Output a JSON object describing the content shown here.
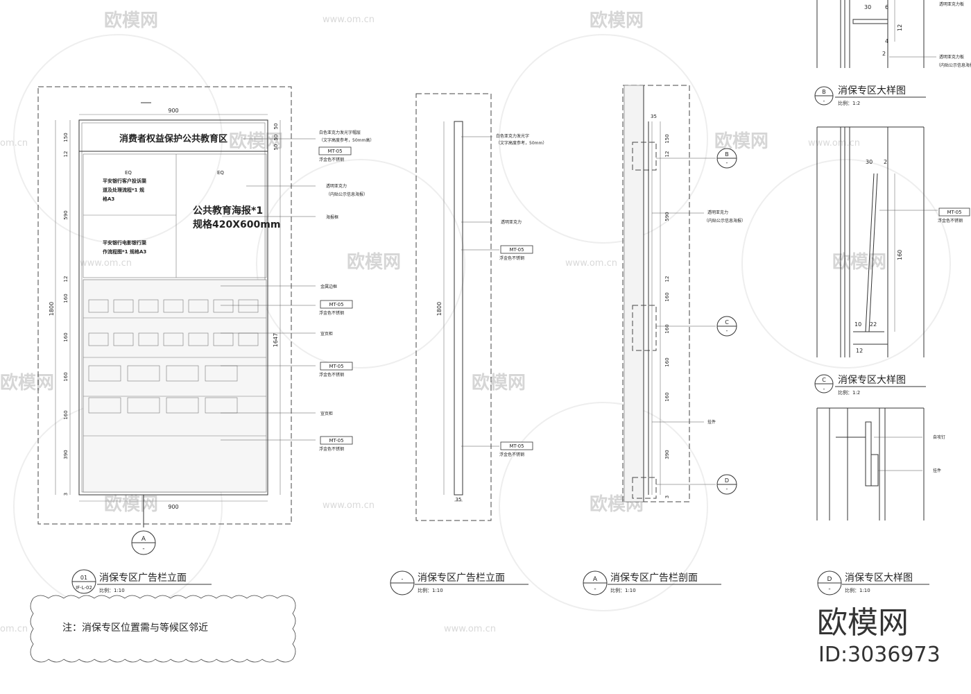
{
  "watermarks": {
    "brand": "欧模网",
    "site": "www.om.cn",
    "site_short": "om.cn",
    "brand_corner": "欧模网",
    "id_text": "ID:3036973"
  },
  "note": {
    "text": "注：消保专区位置需与等候区邻近"
  },
  "elevation_front": {
    "panel_title": "消费者权益保护公共教育区",
    "sub_eq": "EQ",
    "sub_eq2": "EQ",
    "left_text1_a": "平安银行客户投诉渠",
    "left_text1_b": "道及处理流程*1  规",
    "left_text1_c": "格A3",
    "left_text2_a": "平安银行电影银行渠",
    "left_text2_b": "作流程图*1   规格A3",
    "poster_a": "公共教育海报*1",
    "poster_b": "规格420X600mm",
    "dim_top": "900",
    "dim_bottom": "900",
    "dim_total": "1800",
    "dim_inner": "1647",
    "dims_left": [
      "150",
      "12",
      "590",
      "12",
      "160",
      "160",
      "160",
      "160",
      "390",
      "3"
    ],
    "dims_right_top": [
      "50",
      "50",
      "50"
    ],
    "section_marker_letter": "A",
    "section_marker_dash": "-",
    "title_num": "01",
    "title_ref": "IF-L-02",
    "title": "消保专区广告栏立面",
    "scale": "比例：1:10"
  },
  "callouts_front": [
    {
      "line1": "白色亚克力发光字帽层",
      "line2": "（文字高度参考，50mm高）"
    },
    {
      "tag": "MT-05",
      "line2": "浮金色不锈钢"
    },
    {
      "line1": "透明亚克力",
      "line2": "（内贴公示信息海报）"
    },
    {
      "line1": "海报框"
    },
    {
      "line1": "金属边框"
    },
    {
      "tag": "MT-05",
      "line2": "浮金色不锈钢"
    },
    {
      "line1": "宣页柜"
    },
    {
      "tag": "MT-05",
      "line2": "浮金色不锈钢"
    },
    {
      "line1": "宣页柜"
    },
    {
      "tag": "MT-05",
      "line2": "浮金色不锈钢"
    }
  ],
  "elevation_side": {
    "dim_total": "1800",
    "dim_base": "35",
    "title_dash": "-",
    "title": "消保专区广告栏立面",
    "scale": "比例：1:10",
    "callouts": [
      {
        "line1": "白色亚克力发光字",
        "line2": "（文字高度参考，50mm）"
      },
      {
        "line1": "透明亚克力"
      },
      {
        "tag": "MT-05",
        "line2": "浮金色不锈钢"
      },
      {
        "tag": "MT-05",
        "line2": "浮金色不锈钢"
      }
    ]
  },
  "section_a": {
    "dim_top": "35",
    "dims": [
      "150",
      "12",
      "590",
      "12",
      "160",
      "160",
      "160",
      "160",
      "390",
      "3"
    ],
    "markers": [
      "B",
      "C",
      "D"
    ],
    "marker_dash": "-",
    "callout1_a": "透明亚克力",
    "callout1_b": "（内贴公示信息海报）",
    "callout2": "挂件",
    "title_letter": "A",
    "title_dash": "-",
    "title": "消保专区广告栏剖面",
    "scale": "比例：1:10"
  },
  "detail_top": {
    "dims": [
      "30",
      "6",
      "12",
      "4",
      "2"
    ],
    "callout_a": "透明亚克力板",
    "callout_b": "（内贴公示信息海报）"
  },
  "detail_b": {
    "letter": "B",
    "dash": "-",
    "title": "消保专区大样图",
    "scale": "比例：1:2",
    "dims": [
      "30",
      "2",
      "160",
      "10",
      "22",
      "12"
    ],
    "tag": "MT-05",
    "tag_desc": "浮金色不锈钢"
  },
  "detail_c": {
    "letter": "C",
    "dash": "-",
    "title": "消保专区大样图",
    "scale": "比例：1:2",
    "callout1": "自攻钉",
    "callout2": "挂件"
  },
  "detail_d": {
    "letter": "D",
    "dash": "-",
    "title": "消保专区大样图",
    "scale": "比例：1:10"
  }
}
